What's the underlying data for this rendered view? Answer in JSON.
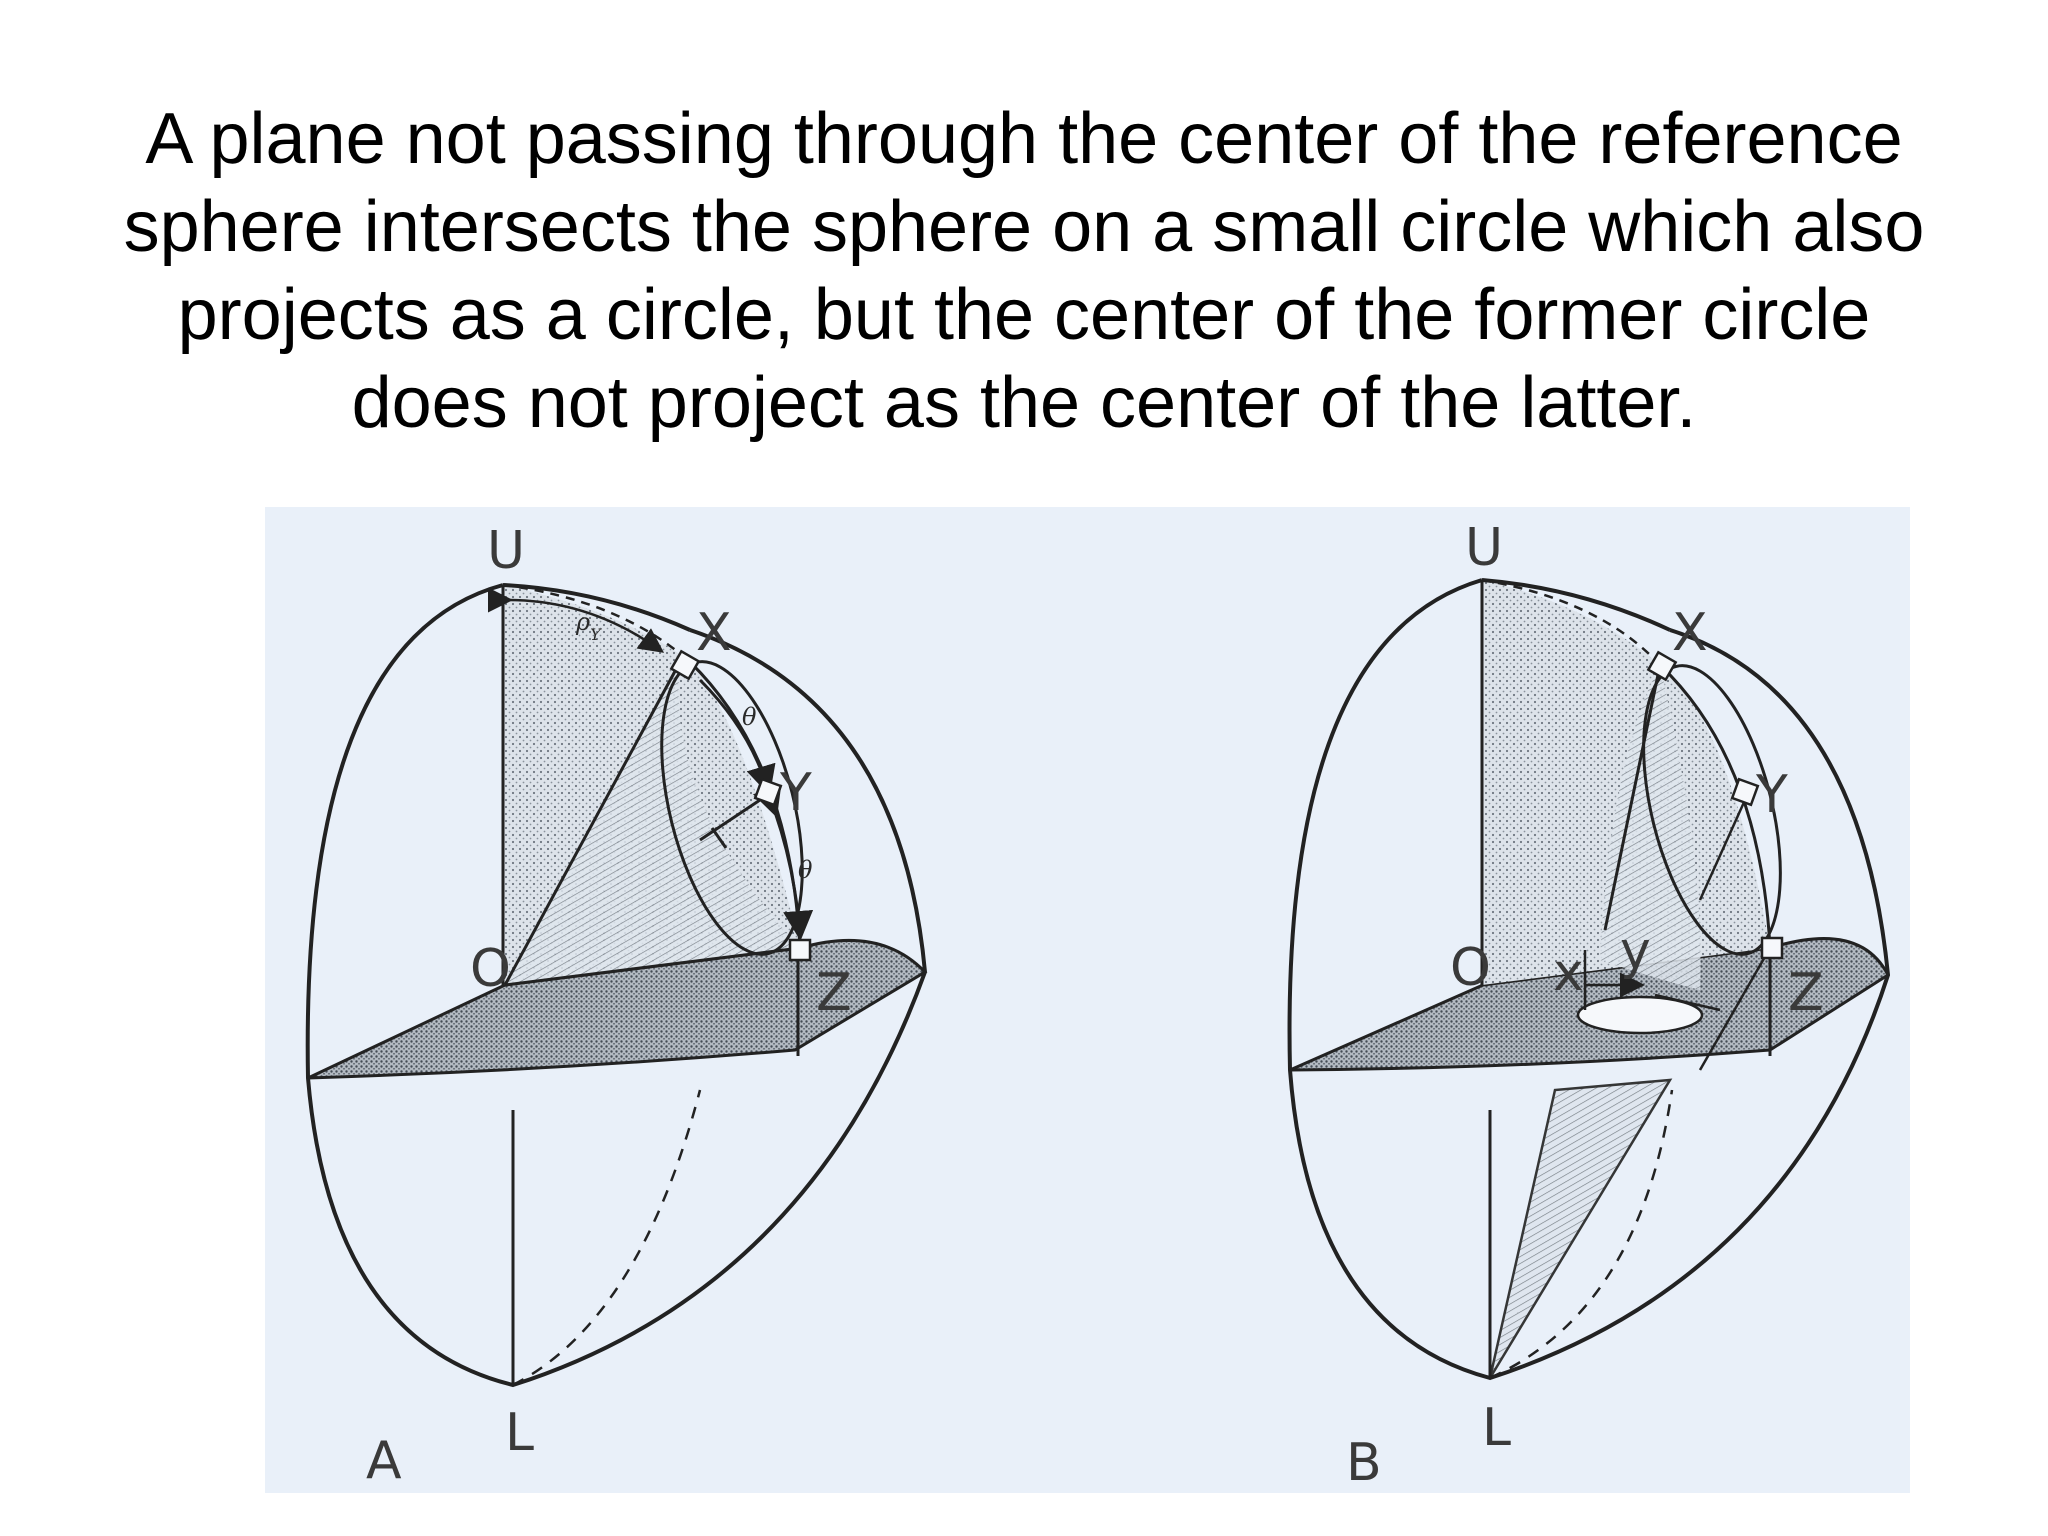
{
  "title_lines": [
    "A plane not passing through the center of the reference",
    "sphere intersects the sphere on a small circle which also",
    "projects as a circle,  but the center of the former circle",
    "does not project as the center of the latter."
  ],
  "figure": {
    "background": "#e9f0f9",
    "line_color": "#222222",
    "panel_a": {
      "caption": "A",
      "labels": {
        "u": "U",
        "o": "O",
        "l": "L",
        "x": "X",
        "y": "Y",
        "z": "Z",
        "rho": "ρ",
        "rho_sub": "Y",
        "theta1": "θ",
        "theta2": "θ"
      }
    },
    "panel_b": {
      "caption": "B",
      "labels": {
        "u": "U",
        "o": "O",
        "l": "L",
        "x": "X",
        "y": "Y",
        "z": "Z",
        "x_small": "x",
        "y_small": "y"
      }
    }
  }
}
